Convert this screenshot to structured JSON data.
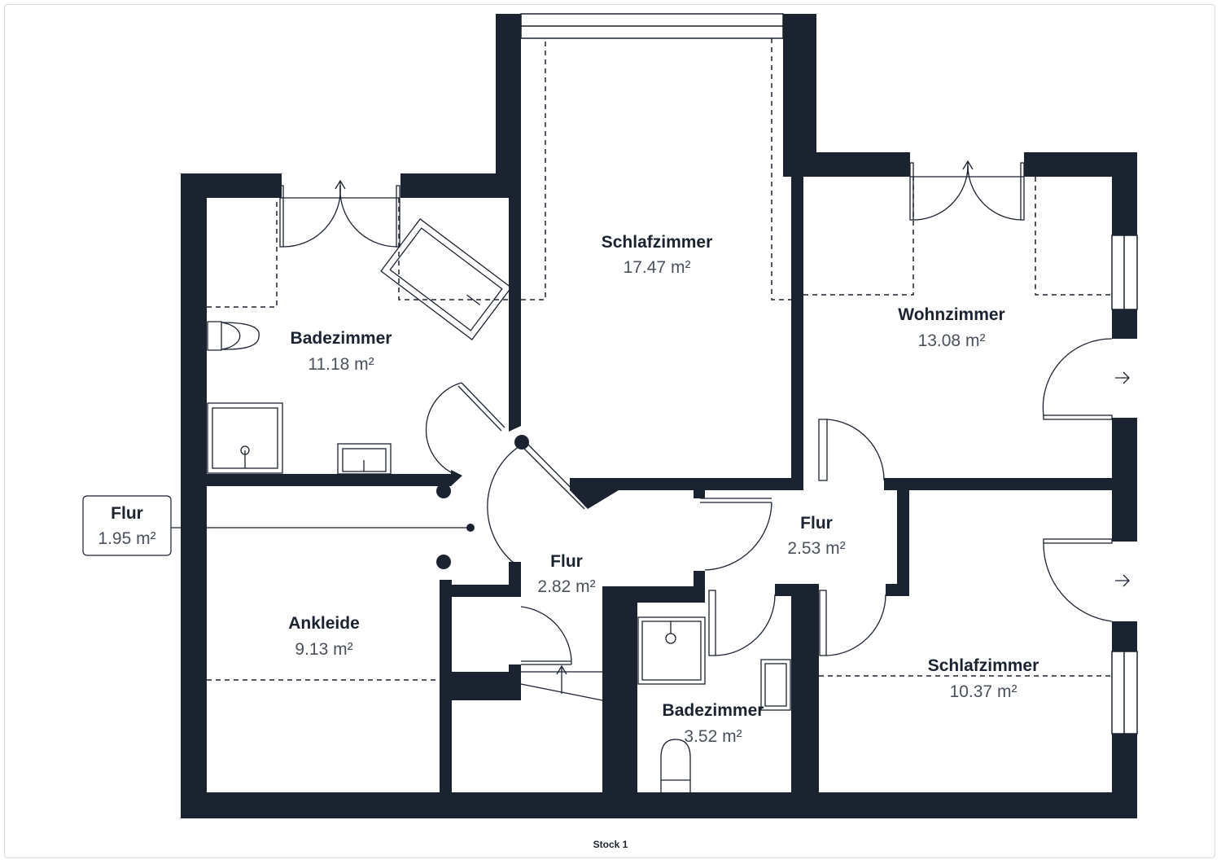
{
  "colors": {
    "wall": "#1b2230",
    "line": "#1b2230",
    "area_text": "#4a505c",
    "background": "#ffffff"
  },
  "rooms": {
    "schlafzimmer_top": {
      "name": "Schlafzimmer",
      "area": "17.47 m²"
    },
    "badezimmer_left": {
      "name": "Badezimmer",
      "area": "11.18 m²"
    },
    "wohnzimmer": {
      "name": "Wohnzimmer",
      "area": "13.08 m²"
    },
    "flur_callout": {
      "name": "Flur",
      "area": "1.95 m²"
    },
    "flur_center": {
      "name": "Flur",
      "area": "2.82 m²"
    },
    "flur_right": {
      "name": "Flur",
      "area": "2.53 m²"
    },
    "ankleide": {
      "name": "Ankleide",
      "area": "9.13 m²"
    },
    "badezimmer_small": {
      "name": "Badezimmer",
      "area": "3.52 m²"
    },
    "schlafzimmer_right": {
      "name": "Schlafzimmer",
      "area": "10.37 m²"
    }
  },
  "floor_label": "Stock 1"
}
